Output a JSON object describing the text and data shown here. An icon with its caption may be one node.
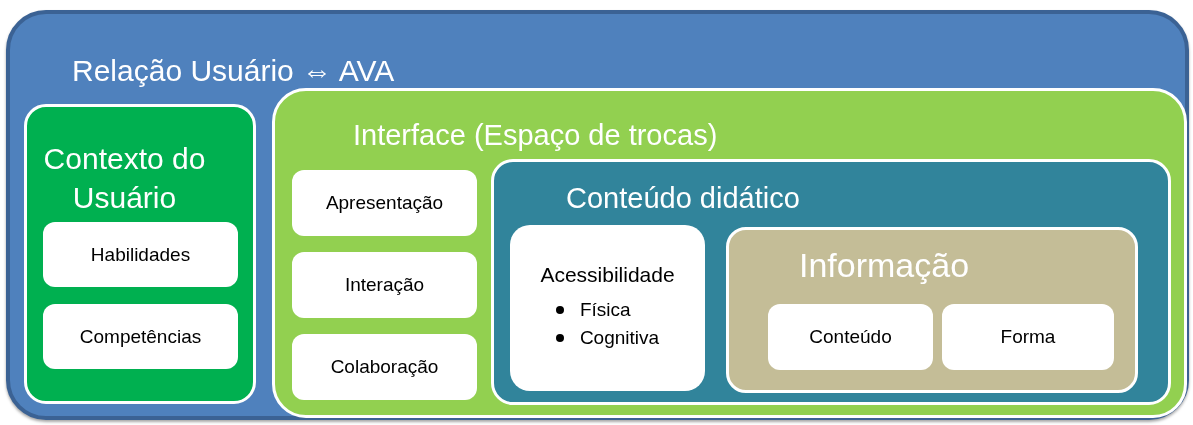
{
  "diagram": {
    "nodes": [
      {
        "text": [
          "Relação Usuário ⇔ AVA"
        ]
      },
      {
        "text": [
          "Contexto do Usuário"
        ],
        "in": 0
      },
      {
        "text": [
          "Habilidades"
        ],
        "in": 1
      },
      {
        "text": [
          "Competências"
        ],
        "in": 1
      },
      {
        "text": [
          "Interface (Espaço de trocas)"
        ],
        "in": 0
      },
      {
        "text": [
          "Apresentação"
        ],
        "in": 4
      },
      {
        "text": [
          "Interação"
        ],
        "in": 4
      },
      {
        "text": [
          "Colaboração"
        ],
        "in": 4
      },
      {
        "text": [
          "Conteúdo didático"
        ],
        "in": 4
      },
      {
        "text": [
          "Acessibilidade",
          "Física",
          "Cognitiva"
        ],
        "in": 8
      },
      {
        "text": [
          "Informação"
        ],
        "in": 8
      },
      {
        "text": [
          "Conteúdo"
        ],
        "in": 10
      },
      {
        "text": [
          "Forma"
        ],
        "in": 10
      }
    ],
    "edges": []
  }
}
